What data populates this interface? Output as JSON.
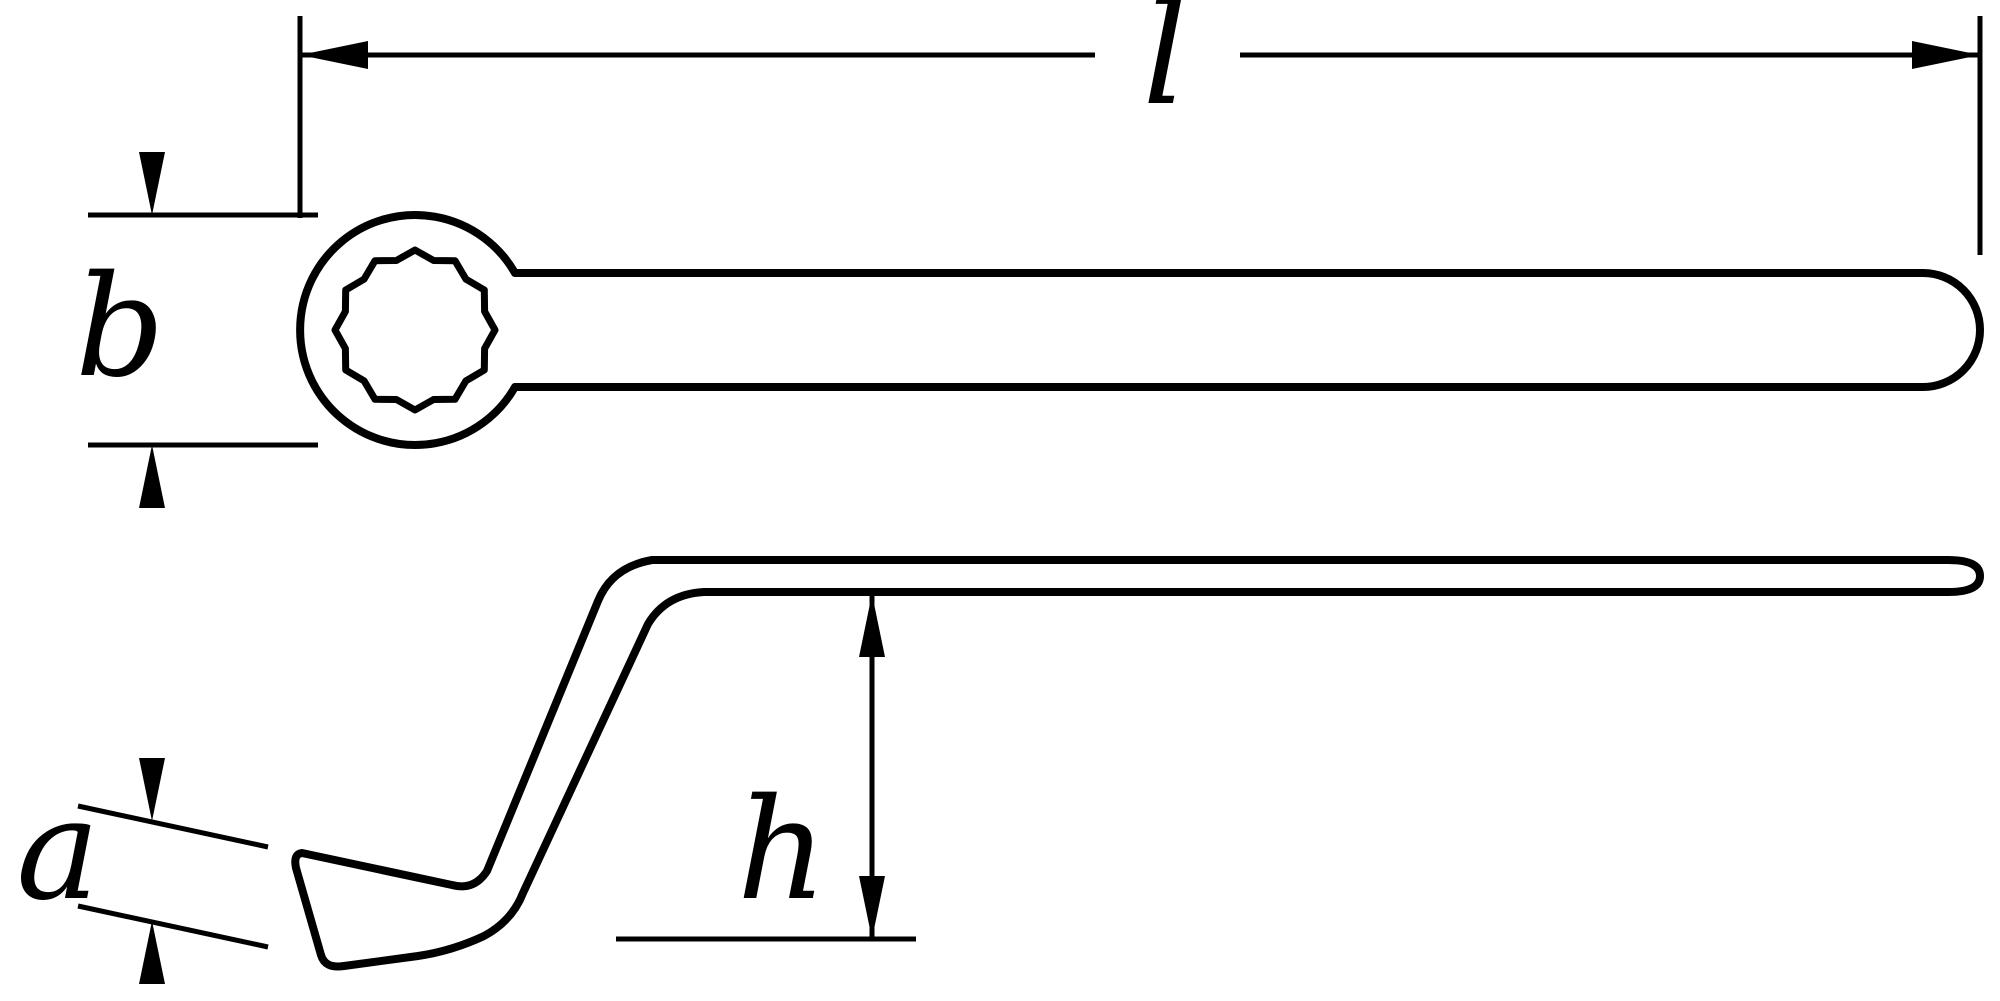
{
  "drawing": {
    "labels": {
      "length": "l",
      "ring_width": "b",
      "head_thickness": "a",
      "offset_height": "h"
    },
    "colors": {
      "line": "#000000",
      "background": "#ffffff"
    }
  }
}
